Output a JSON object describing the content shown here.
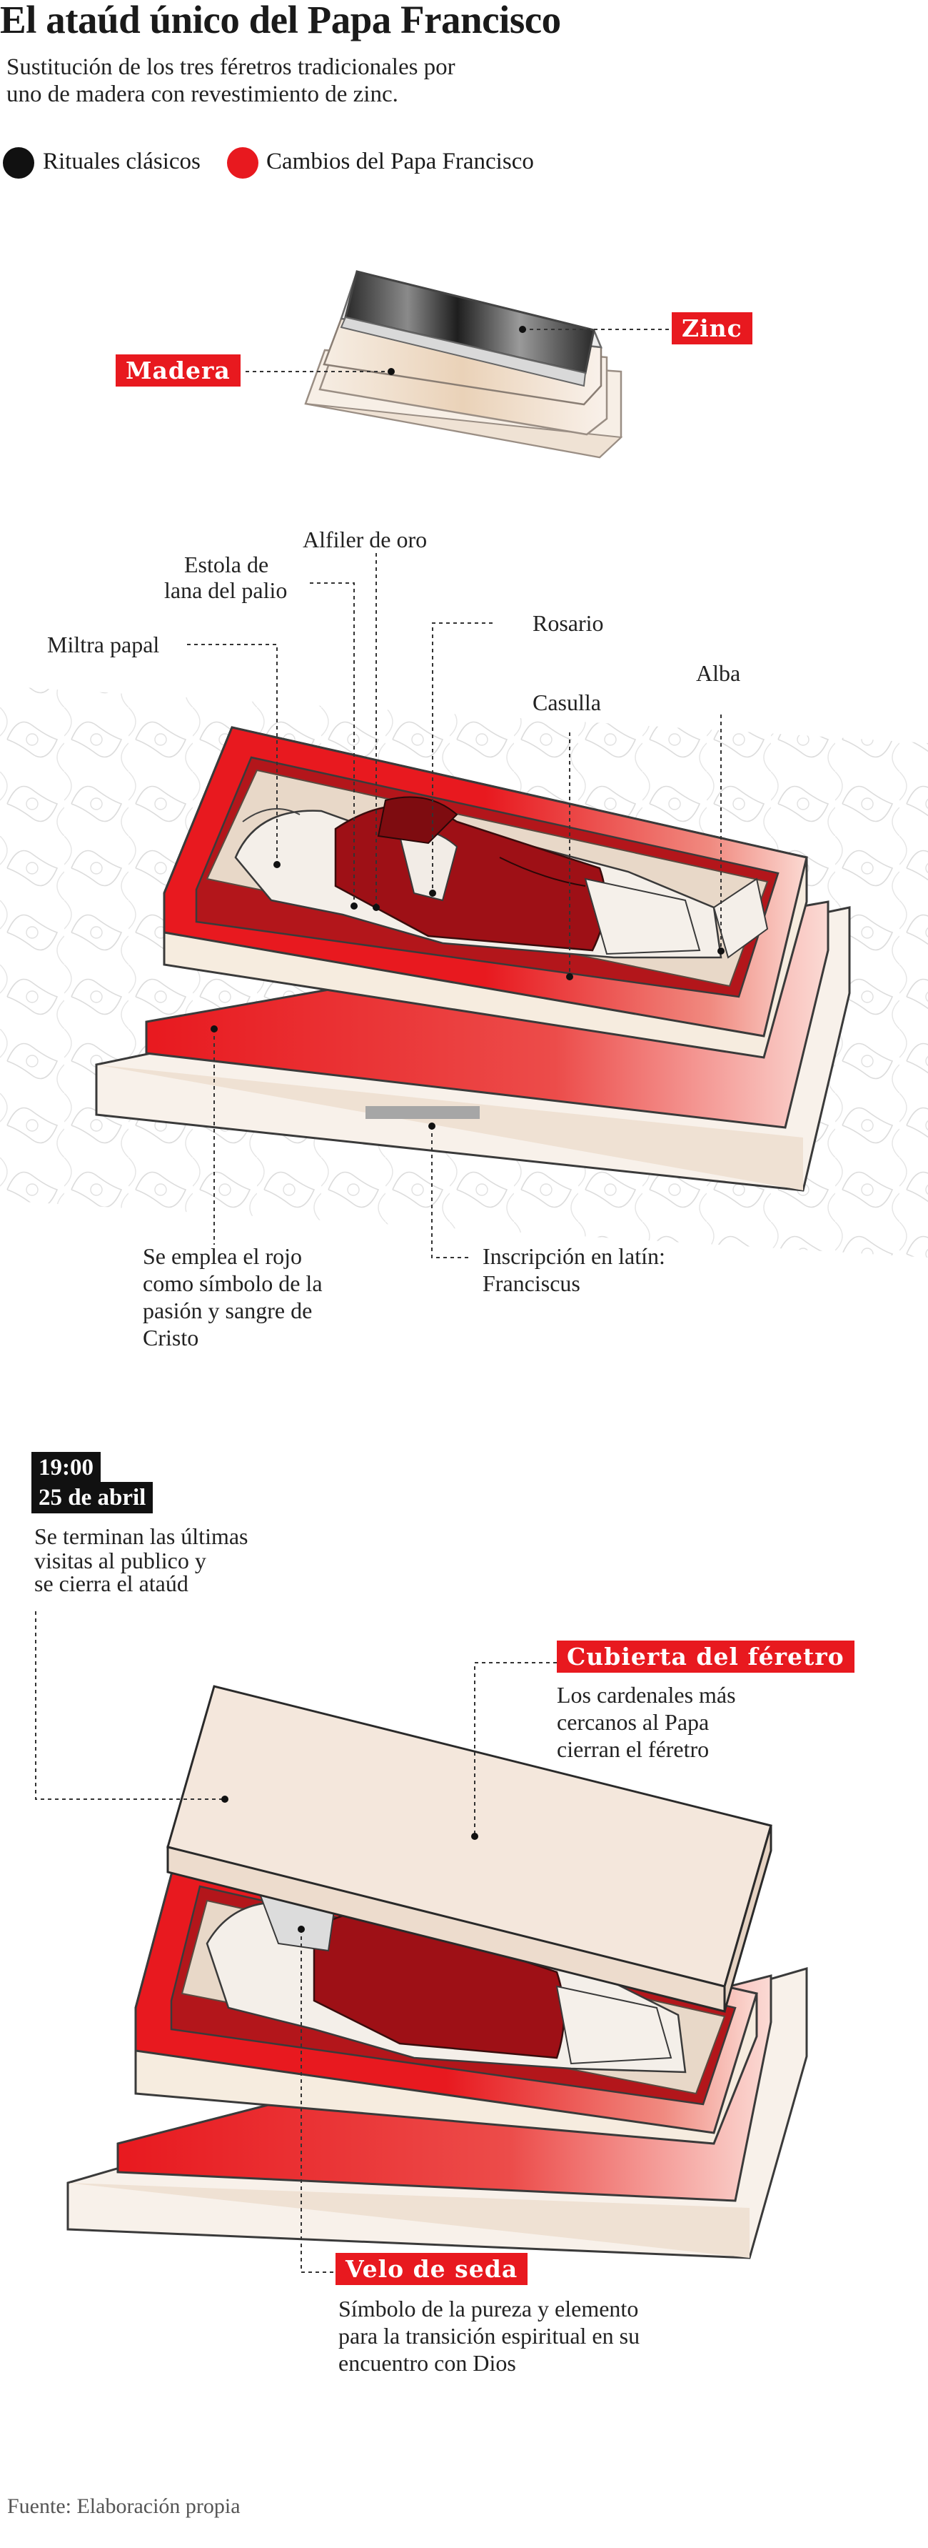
{
  "header": {
    "title": "El ataúd único del Papa Francisco",
    "subtitle_line1": "Sustitución de los tres féretros tradicionales por",
    "subtitle_line2": "uno de madera con revestimiento de zinc."
  },
  "legend": {
    "items": [
      {
        "label": "Rituales clásicos",
        "color": "#111111"
      },
      {
        "label": "Cambios del Papa Francisco",
        "color": "#e8191f"
      }
    ]
  },
  "coffin_box": {
    "madera_tag": "Madera",
    "zinc_tag": "Zinc"
  },
  "open_coffin": {
    "labels": {
      "alfiler": "Alfiler de oro",
      "estola_1": "Estola de",
      "estola_2": "lana del palio",
      "rosario": "Rosario",
      "mitra": "Miltra papal",
      "casulla": "Casulla",
      "alba": "Alba",
      "rojo_1": "Se emplea el rojo",
      "rojo_2": "como símbolo de la",
      "rojo_3": "pasión y sangre de",
      "rojo_4": "Cristo",
      "inscripcion_1": "Inscripción en latín:",
      "inscripcion_2": "Franciscus"
    }
  },
  "closing": {
    "time": "19:00",
    "date": "25 de abril",
    "desc_1": "Se terminan las últimas",
    "desc_2": "visitas al publico y",
    "desc_3": "se cierra el ataúd",
    "cubierta_tag": "Cubierta del féretro",
    "cubierta_1": "Los cardenales más",
    "cubierta_2": "cercanos al Papa",
    "cubierta_3": "cierran el féretro",
    "velo_tag": "Velo de seda",
    "velo_1": "Símbolo de la pureza y elemento",
    "velo_2": "para la transición espiritual en su",
    "velo_3": "encuentro con Dios"
  },
  "footer": {
    "source": "Fuente: Elaboración propia"
  }
}
